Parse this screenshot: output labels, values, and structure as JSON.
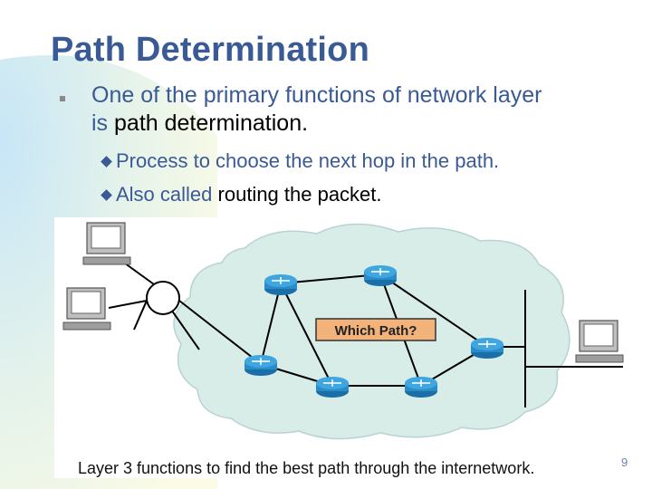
{
  "slide": {
    "title": "Path Determination",
    "bullet1_blue": "One of the primary functions of network layer",
    "bullet1_line2_blue": "is",
    "bullet1_line2_dark": "path determination.",
    "sub1_blue": "Process to choose the next hop in the path.",
    "sub2_blue": "Also called",
    "sub2_dark": "routing the packet.",
    "page_number": "9"
  },
  "figure": {
    "label": "Which Path?",
    "caption": "Layer 3 functions to find the best path through the internetwork.",
    "icons": [
      "router-icon",
      "computer-icon",
      "network-cloud-icon"
    ]
  },
  "colors": {
    "title": "#3a5a96",
    "cloud": "#d8ece8",
    "router": "#2a8bc8",
    "label_bg": "#f2b27a"
  }
}
